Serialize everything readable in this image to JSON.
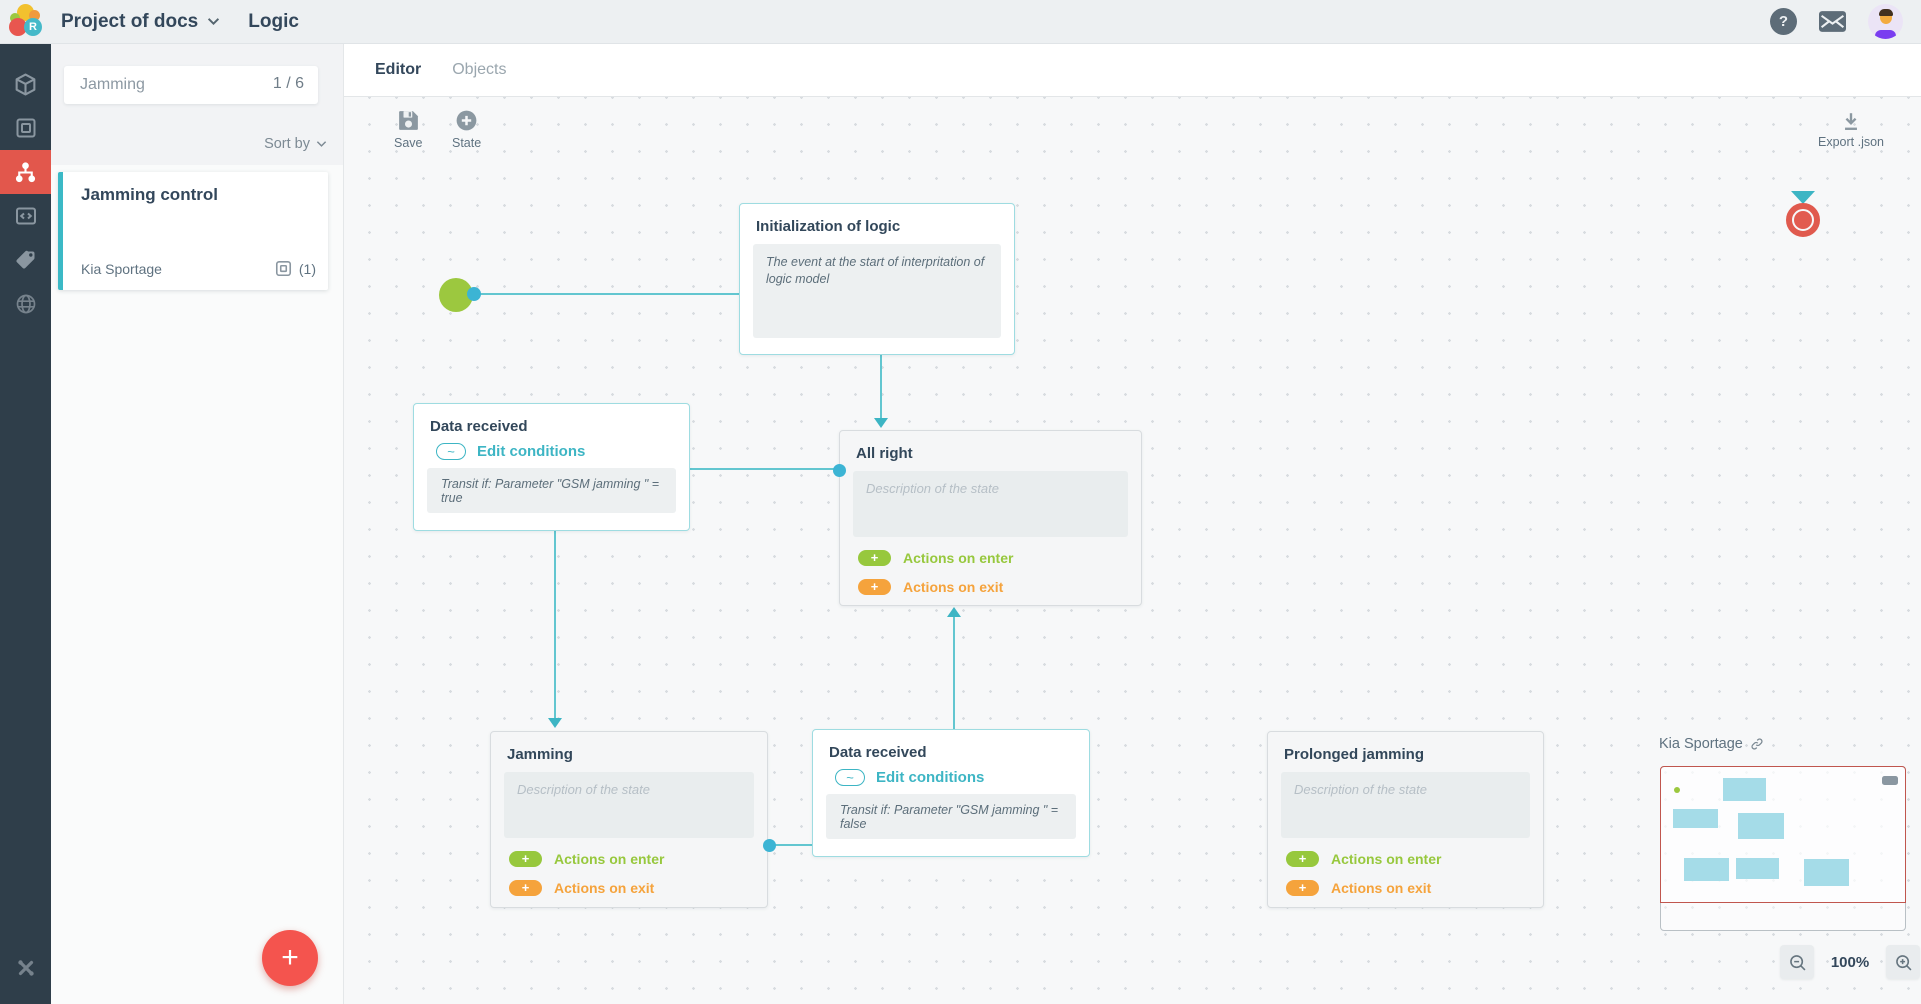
{
  "glyphs": {
    "plus": "+",
    "tilde": "~",
    "question": "?"
  },
  "header": {
    "project_selector": "Project of docs",
    "page_title": "Logic"
  },
  "activity_bar": {
    "icons": [
      "cube-icon",
      "frame-icon",
      "hierarchy-icon",
      "code-icon",
      "tag-icon",
      "globe-icon",
      "tools-icon"
    ]
  },
  "search_panel": {
    "search_value": "Jamming",
    "match_counter": "1 / 6",
    "sort_label": "Sort by",
    "card": {
      "title": "Jamming control",
      "device": "Kia Sportage",
      "count": "(1)"
    }
  },
  "tabs": [
    {
      "label": "Editor",
      "active": true
    },
    {
      "label": "Objects",
      "active": false
    }
  ],
  "toolbar": {
    "save": "Save",
    "state": "State",
    "export_json": "Export .json"
  },
  "canvas": {
    "nodes": {
      "init": {
        "title": "Initialization of logic",
        "description": "The event at the start of interpritation of logic model"
      },
      "cond_true": {
        "title": "Data received",
        "edit_label": "Edit conditions",
        "condition": "Transit if: Parameter \"GSM jamming \" = true"
      },
      "all_right": {
        "title": "All right"
      },
      "jamming": {
        "title": "Jamming"
      },
      "cond_false": {
        "title": "Data received",
        "edit_label": "Edit conditions",
        "condition": "Transit if: Parameter \"GSM jamming \" = false"
      },
      "prolonged": {
        "title": "Prolonged jamming"
      }
    },
    "state_labels": {
      "description_placeholder": "Description of the state",
      "actions_enter": "Actions on enter",
      "actions_exit": "Actions on exit"
    },
    "minimap": {
      "title": "Kia Sportage"
    },
    "zoom_level": "100%"
  },
  "colors": {
    "accent_teal": "#3db5c4",
    "accent_green": "#97c83d",
    "accent_orange": "#f5a33c",
    "accent_red": "#e2574c",
    "sidebar_dark": "#2f3e4a",
    "text_navy": "#33475b"
  }
}
